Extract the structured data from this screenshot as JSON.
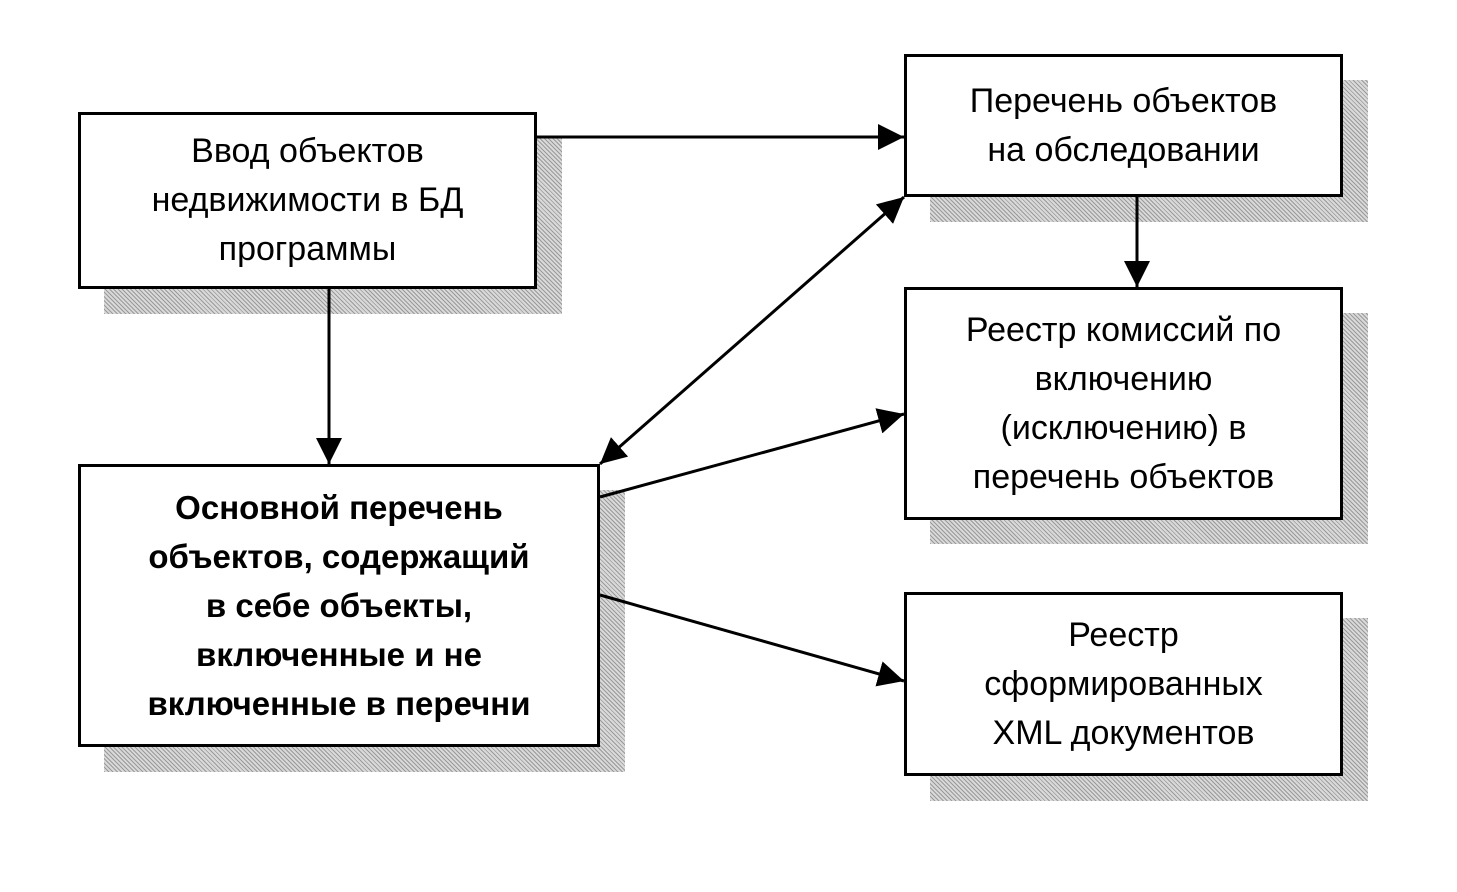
{
  "boxes": {
    "input": {
      "lines": [
        "Ввод объектов",
        "недвижимости в БД",
        "программы"
      ]
    },
    "survey": {
      "lines": [
        "Перечень объектов",
        "на обследовании"
      ]
    },
    "commission": {
      "lines": [
        "Реестр комиссий по",
        "включению",
        "(исключению) в",
        "перечень объектов"
      ]
    },
    "main": {
      "lines": [
        "Основной перечень",
        "объектов, содержащий",
        "в себе объекты,",
        "включенные и не",
        "включенные в перечни"
      ]
    },
    "xml": {
      "lines": [
        "Реестр",
        "сформированных",
        "XML документов"
      ]
    }
  }
}
